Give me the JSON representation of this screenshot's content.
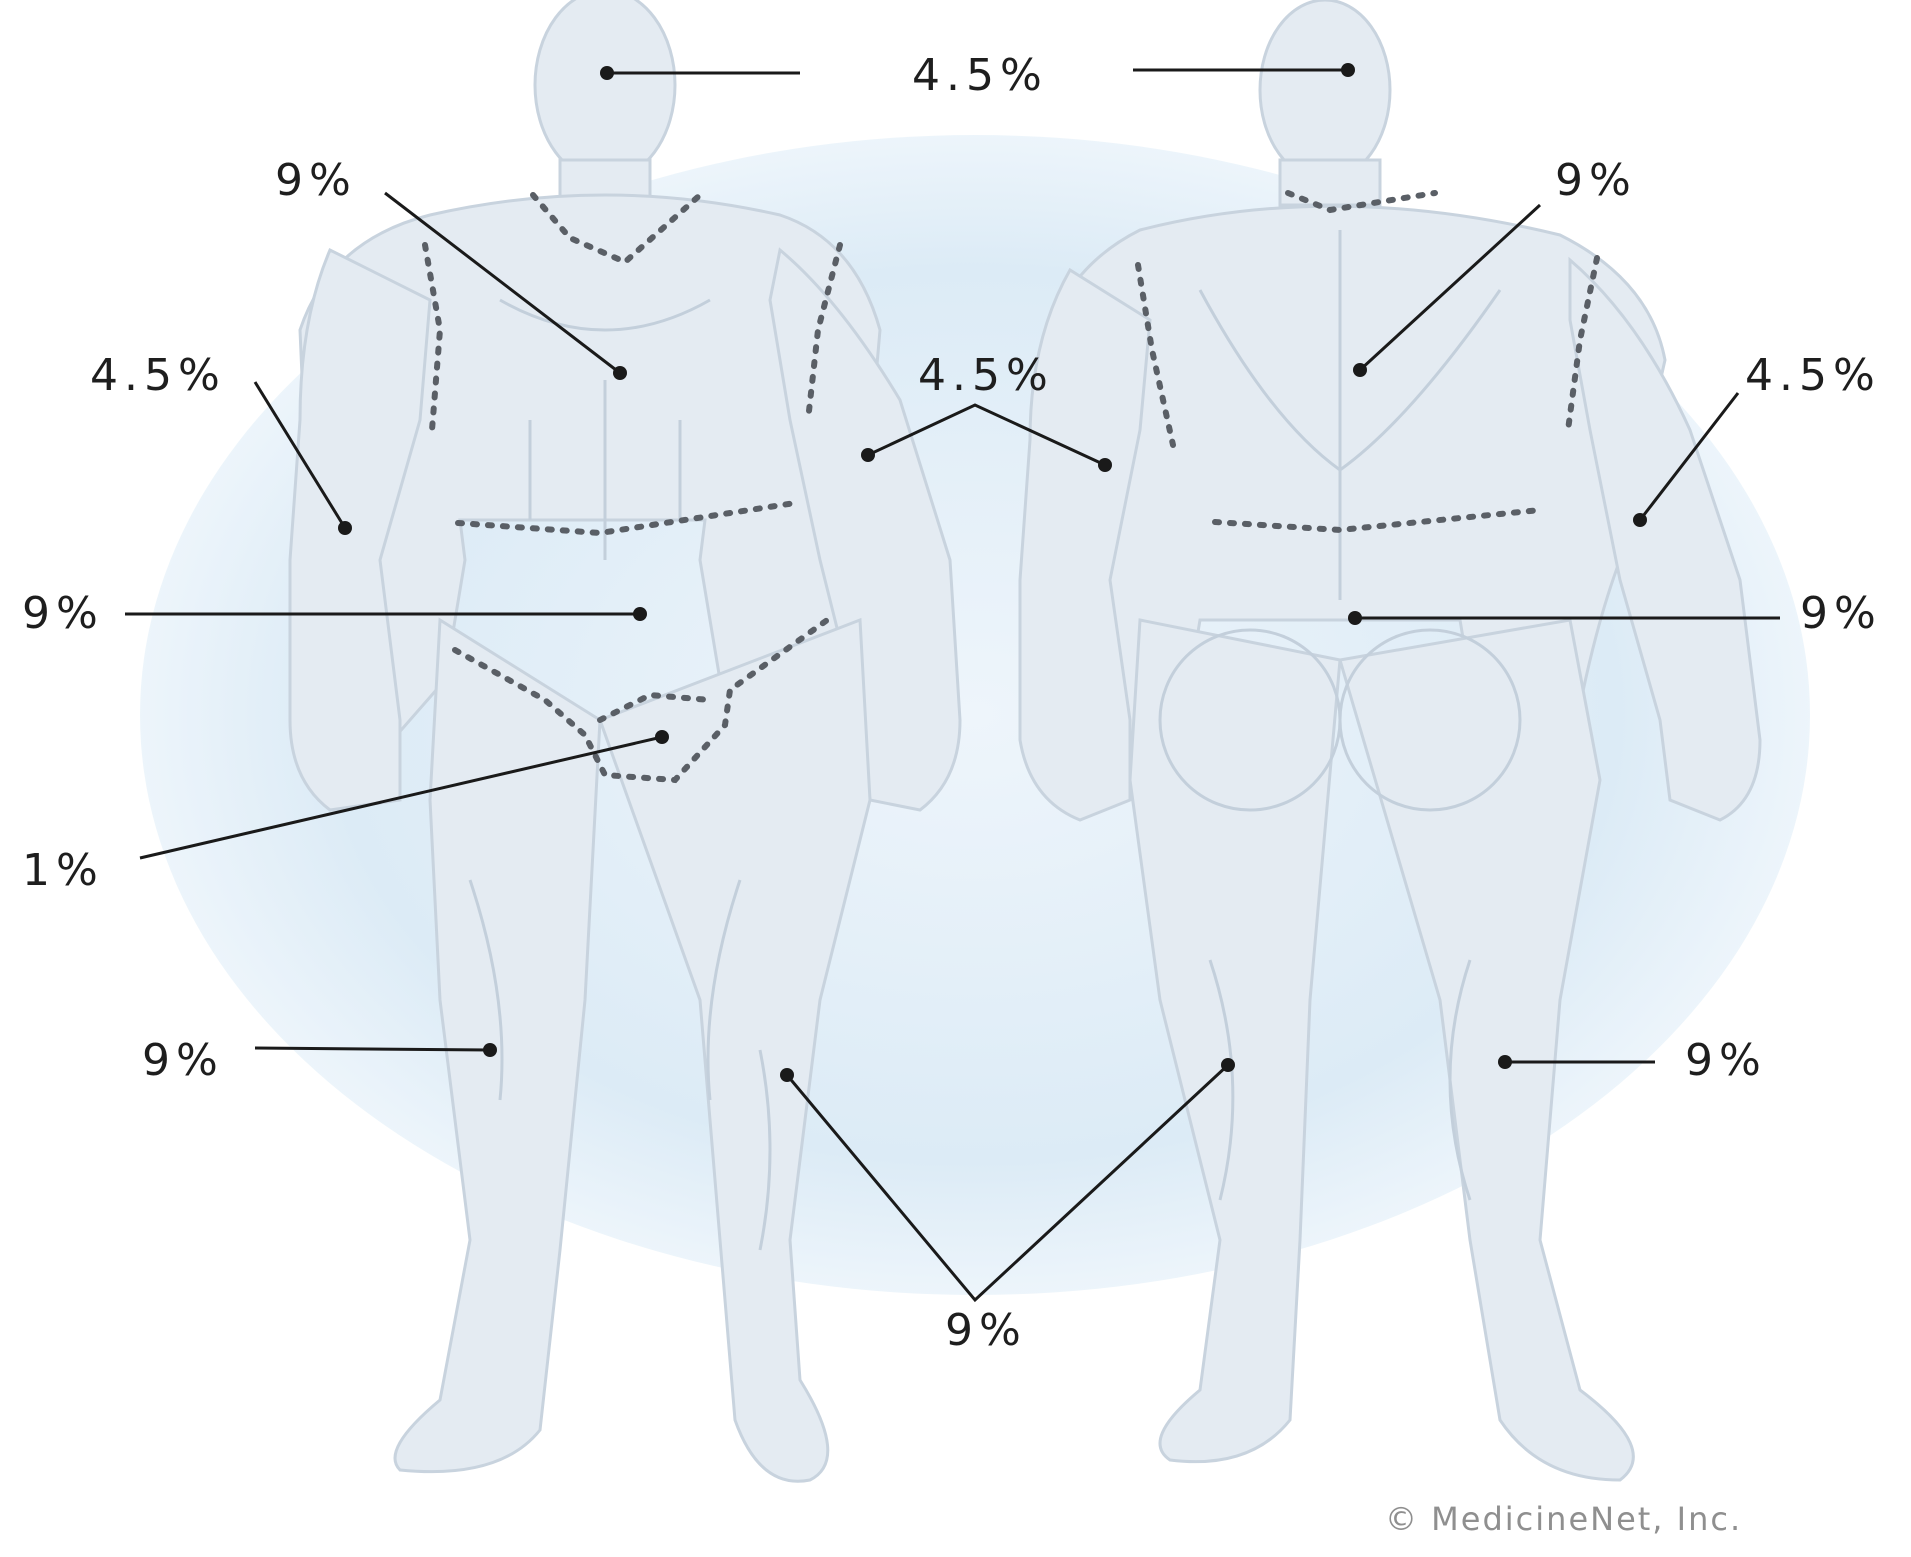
{
  "regions": {
    "head": "4.5%",
    "front_torso": "9%",
    "back_torso": "9%",
    "right_arm_front": "4.5%",
    "arms_center": "4.5%",
    "left_arm_back": "4.5%",
    "abdomen_front": "9%",
    "lower_back": "9%",
    "genitals": "1%",
    "front_thigh": "9%",
    "back_thigh": "9%",
    "lower_legs": "9%"
  },
  "copyright": "© MedicineNet, Inc.",
  "colors": {
    "background_oval": "#dbe9f4",
    "figure": "#e4ebf2",
    "leader": "#1a1a1a",
    "boundary_dots": "#5a5f66"
  }
}
